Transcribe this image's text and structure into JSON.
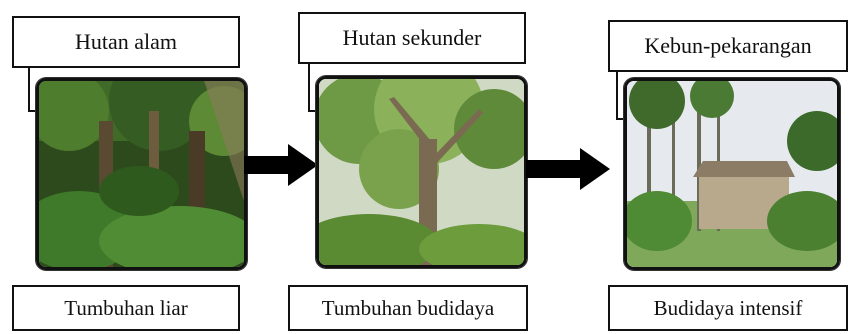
{
  "stages": [
    {
      "title": "Hutan alam",
      "caption": "Tumbuhan liar",
      "photo": "natural-forest-photo"
    },
    {
      "title": "Hutan sekunder",
      "caption": "Tumbuhan budidaya",
      "photo": "secondary-forest-photo"
    },
    {
      "title": "Kebun-pekarangan",
      "caption": "Budidaya intensif",
      "photo": "home-garden-photo"
    }
  ],
  "arrows": [
    "arrow-right-icon",
    "arrow-right-icon"
  ],
  "colors": {
    "frame": "#111111",
    "arrow": "#000000"
  }
}
